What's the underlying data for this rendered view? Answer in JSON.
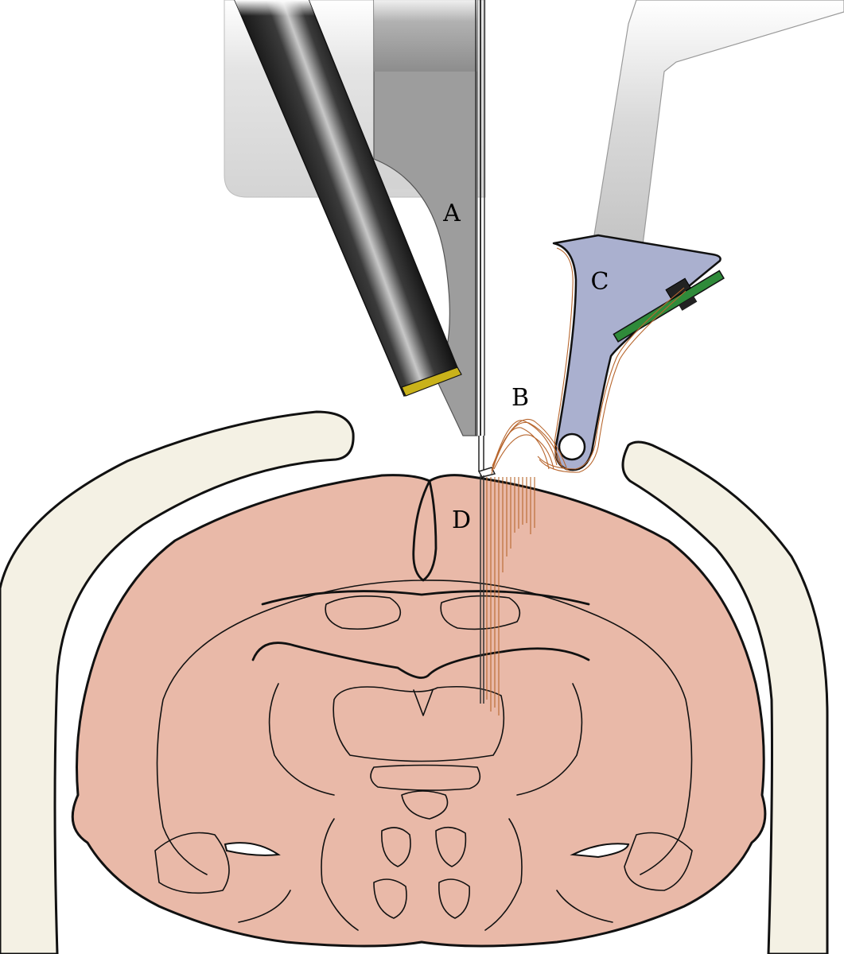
{
  "labels": {
    "a": "A",
    "b": "B",
    "c": "C",
    "d": "D"
  },
  "colors": {
    "brain": "#e9b9a8",
    "skull": "#f4f1e4",
    "holder": "#aab0cf",
    "board": "#2f8a3a",
    "fiber": "#b8672f",
    "objective_tip": "#c9b21a",
    "stage_gray": "#dcdcdc"
  }
}
